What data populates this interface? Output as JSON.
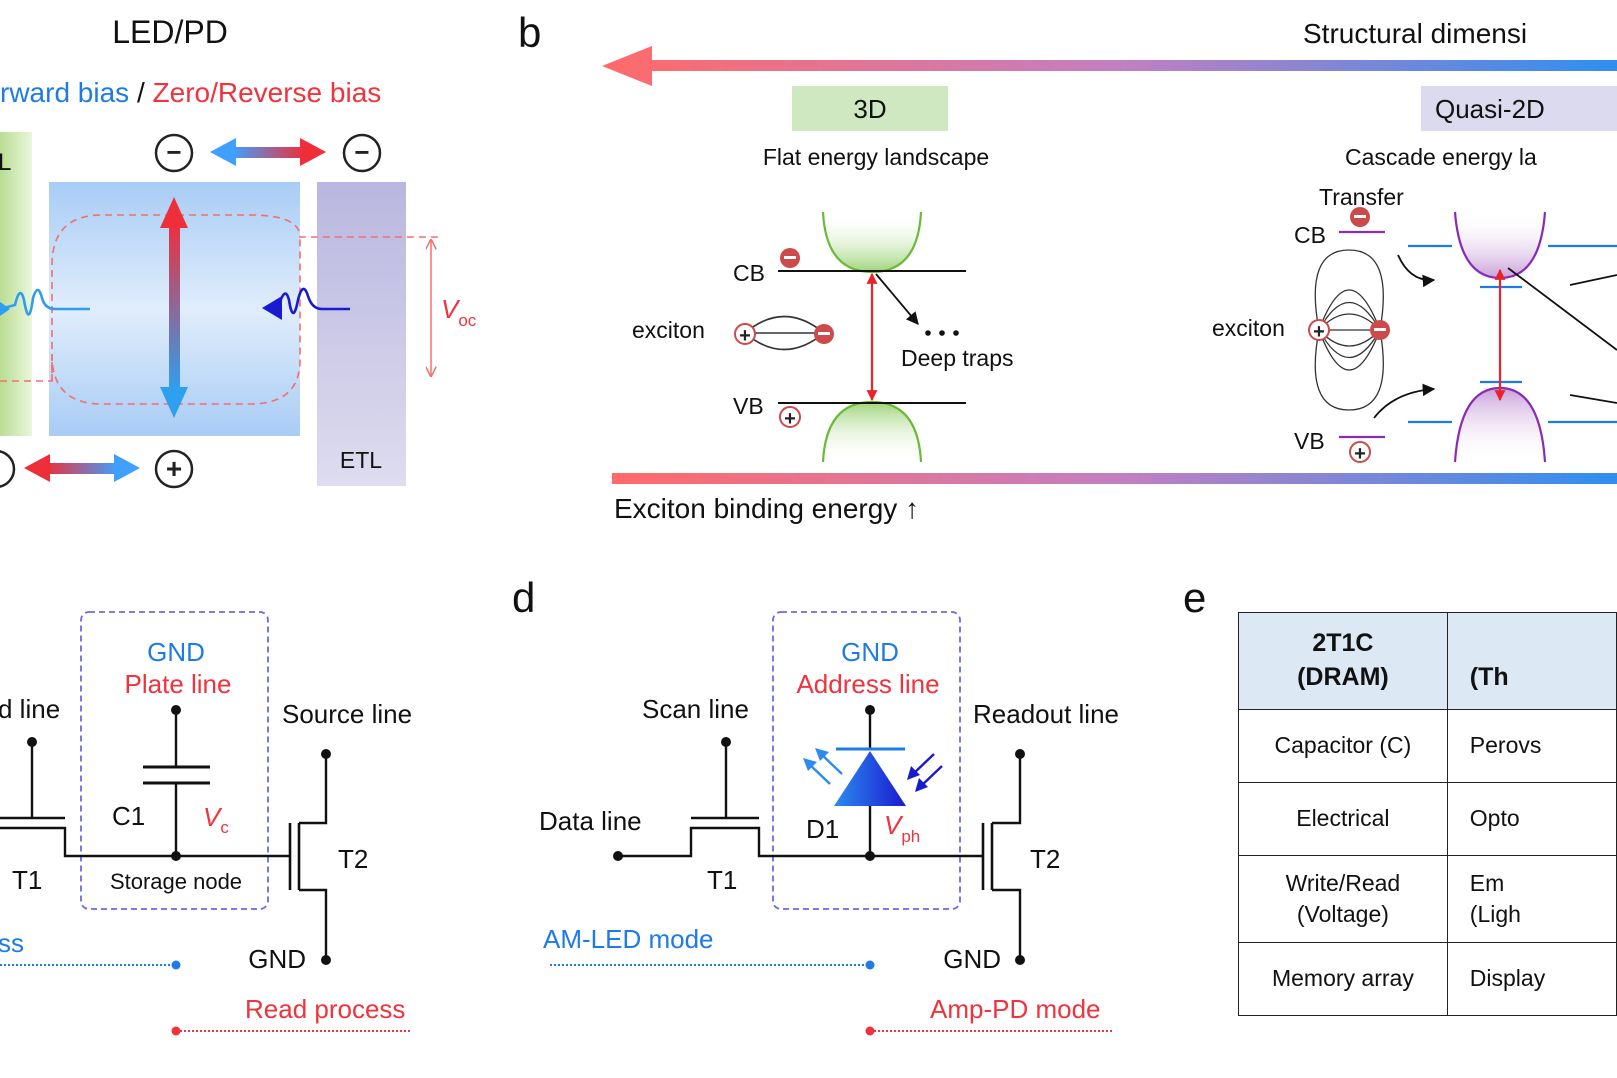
{
  "panel_letters": {
    "b": "b",
    "d": "d",
    "e": "e"
  },
  "panel_a": {
    "title": "LED/PD",
    "bias_forward": "rward bias",
    "bias_sep": " / ",
    "bias_reverse": "Zero/Reverse bias",
    "htl_fragment": "L",
    "etl_label": "ETL",
    "minus_sign": "−",
    "plus_sign": "+",
    "voc_v": "V",
    "voc_sub": "oc"
  },
  "panel_b": {
    "structural_label": "Structural dimensi",
    "tag_3d": "3D",
    "tag_quasi2d": "Quasi-2D",
    "flat_landscape": "Flat energy landscape",
    "cascade_landscape": "Cascade energy la",
    "transfer": "Transfer",
    "cb": "CB",
    "vb": "VB",
    "exciton": "exciton",
    "deep_traps": "Deep traps",
    "binding_energy": "Exciton binding energy ↑"
  },
  "panel_c": {
    "word_line": "d line",
    "gnd": "GND",
    "plate_line": "Plate line",
    "source_line": "Source line",
    "c1": "C1",
    "vc_v": "V",
    "vc_sub": "c",
    "t1": "T1",
    "t2": "T2",
    "storage_node": "Storage node",
    "write_fragment": "ss",
    "gnd_bottom": "GND",
    "read_process": "Read process"
  },
  "panel_d": {
    "scan_line": "Scan line",
    "gnd": "GND",
    "address_line": "Address line",
    "readout_line": "Readout line",
    "data_line": "Data line",
    "d1": "D1",
    "vph_v": "V",
    "vph_sub": "ph",
    "t1": "T1",
    "t2": "T2",
    "am_led_mode": "AM-LED mode",
    "gnd_bottom": "GND",
    "amp_pd_mode": "Amp-PD mode"
  },
  "panel_e": {
    "header_col1": "2T1C\n(DRAM)",
    "header_col2": "\n(Th",
    "rows": [
      [
        "Capacitor (C)",
        "Perovs"
      ],
      [
        "Electrical",
        "Opto"
      ],
      [
        "Write/Read\n(Voltage)",
        "Em\n(Ligh"
      ],
      [
        "Memory array",
        "Display"
      ]
    ]
  },
  "colors": {
    "blue": "#1e7be6",
    "red": "#f0333c",
    "dark_blue": "#1a1ad0",
    "purple": "#8a2bb5",
    "green": "#6aba3a",
    "box_dashed": "#6a6ae8",
    "table_header": "#dce8f4"
  }
}
